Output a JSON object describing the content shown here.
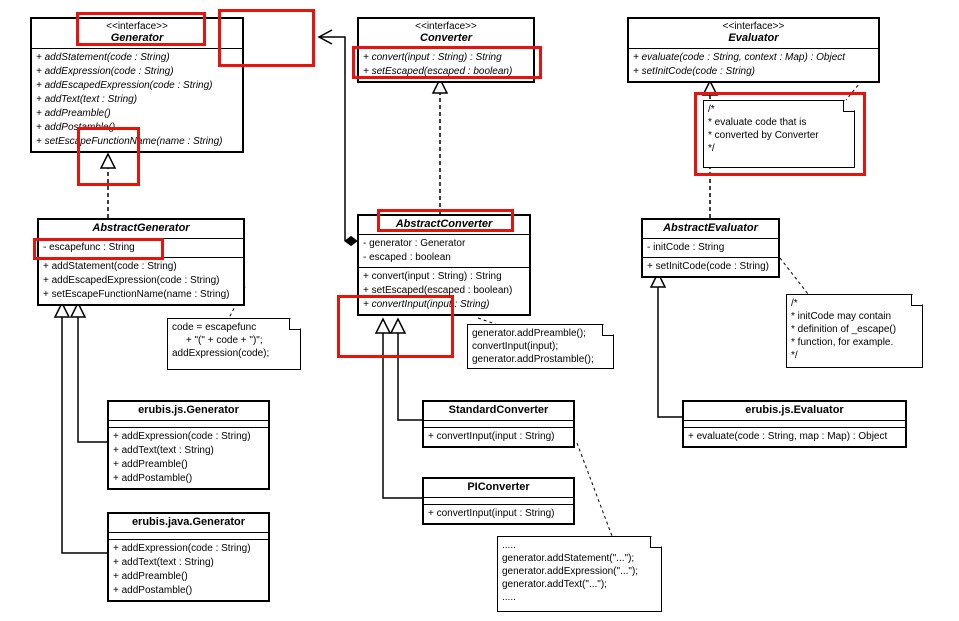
{
  "colors": {
    "highlight": "#e8130c",
    "line": "#000000",
    "background": "#ffffff"
  },
  "boxes": {
    "generator": {
      "stereotype": "<<interface>>",
      "name": "Generator",
      "methods": [
        "+ addStatement(code : String)",
        "+ addExpression(code : String)",
        "+ addEscapedExpression(code : String)",
        "+ addText(text : String)",
        "+ addPreamble()",
        "+ addPostamble()",
        "+ setEscapeFunctionName(name : String)"
      ]
    },
    "converter": {
      "stereotype": "<<interface>>",
      "name": "Converter",
      "methods": [
        "+ convert(input : String) : String",
        "+ setEscaped(escaped : boolean)"
      ]
    },
    "evaluator": {
      "stereotype": "<<interface>>",
      "name": "Evaluator",
      "methods": [
        "+ evaluate(code : String, context : Map) : Object",
        "+ setInitCode(code : String)"
      ]
    },
    "abstract_generator": {
      "name": "AbstractGenerator",
      "attributes": [
        "- escapefunc : String"
      ],
      "methods": [
        "+ addStatement(code : String)",
        "+ addEscapedExpression(code : String)",
        "+ setEscapeFunctionName(name : String)"
      ]
    },
    "abstract_converter": {
      "name": "AbstractConverter",
      "attributes": [
        "- generator : Generator",
        "- escaped : boolean"
      ],
      "methods": [
        "+ convert(input : String) : String",
        "+ setEscaped(escaped : boolean)",
        "+ convertInput(input : String)"
      ]
    },
    "abstract_evaluator": {
      "name": "AbstractEvaluator",
      "attributes": [
        "- initCode : String"
      ],
      "methods": [
        "+ setInitCode(code : String)"
      ]
    },
    "erubis_js_generator": {
      "name": "erubis.js.Generator",
      "methods": [
        "+ addExpression(code : String)",
        "+ addText(text : String)",
        "+ addPreamble()",
        "+ addPostamble()"
      ]
    },
    "erubis_java_generator": {
      "name": "erubis.java.Generator",
      "methods": [
        "+ addExpression(code : String)",
        "+ addText(text : String)",
        "+ addPreamble()",
        "+ addPostamble()"
      ]
    },
    "standard_converter": {
      "name": "StandardConverter",
      "methods": [
        "+ convertInput(input : String)"
      ]
    },
    "pi_converter": {
      "name": "PIConverter",
      "methods": [
        "+ convertInput(input : String)"
      ]
    },
    "erubis_js_evaluator": {
      "name": "erubis.js.Evaluator",
      "methods": [
        "+ evaluate(code : String, map : Map) : Object"
      ]
    }
  },
  "notes": {
    "evaluate_comment": {
      "lines": [
        "/*",
        "* evaluate code that is",
        "* converted by Converter",
        "*/"
      ]
    },
    "escape_code": {
      "lines": [
        "code = escapefunc",
        "     + \"(\" + code + \")\";",
        "addExpression(code);"
      ]
    },
    "convert_sequence": {
      "lines": [
        "generator.addPreamble();",
        "convertInput(input);",
        "generator.addProstamble();"
      ]
    },
    "initcode_comment": {
      "lines": [
        "/*",
        "* initCode may contain",
        "* definition of _escape()",
        "* function, for example.",
        "*/"
      ]
    },
    "generated_code": {
      "lines": [
        ".....",
        "generator.addStatement(\"...\");",
        "generator.addExpression(\"...\");",
        "generator.addText(\"...\");",
        "....."
      ]
    }
  }
}
